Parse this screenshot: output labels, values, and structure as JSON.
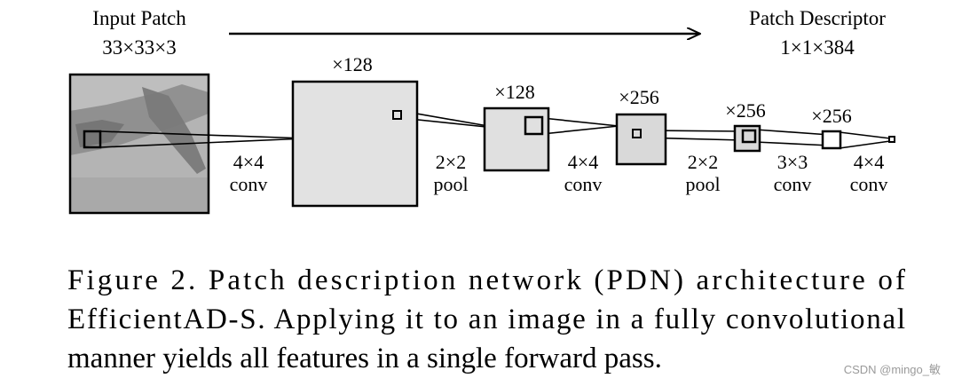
{
  "figure": {
    "input": {
      "title": "Input Patch",
      "size": "33×33×3"
    },
    "output": {
      "title": "Patch Descriptor",
      "size": "1×1×384"
    },
    "layers": [
      {
        "channels": "×128"
      },
      {
        "channels": "×128"
      },
      {
        "channels": "×256"
      },
      {
        "channels": "×256"
      },
      {
        "channels": "×256"
      }
    ],
    "operations": [
      {
        "kernel": "4×4",
        "op": "conv"
      },
      {
        "kernel": "2×2",
        "op": "pool"
      },
      {
        "kernel": "4×4",
        "op": "conv"
      },
      {
        "kernel": "2×2",
        "op": "pool"
      },
      {
        "kernel": "3×3",
        "op": "conv"
      },
      {
        "kernel": "4×4",
        "op": "conv"
      }
    ]
  },
  "caption": {
    "line1": "Figure 2. Patch description network (PDN) architecture of",
    "line2": "EfficientAD-S. Applying it to an image in a fully convolutional",
    "line3": "manner yields all features in a single forward pass."
  },
  "watermark": "CSDN @mingo_敏",
  "colors": {
    "layer_fill_light": "#e2e2e2",
    "layer_fill_mid": "#d9d9d9",
    "stroke": "#000000"
  }
}
